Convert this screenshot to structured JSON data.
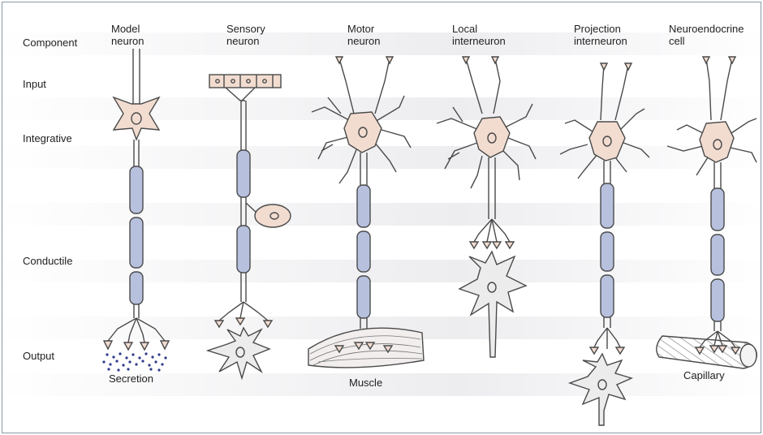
{
  "rows": {
    "component": "Component",
    "input": "Input",
    "integrative": "Integrative",
    "conductile": "Conductile",
    "output": "Output"
  },
  "columns": {
    "model": [
      "Model",
      "neuron"
    ],
    "sensory": [
      "Sensory",
      "neuron"
    ],
    "motor": [
      "Motor",
      "neuron"
    ],
    "local": [
      "Local",
      "interneuron"
    ],
    "projection": [
      "Projection",
      "interneuron"
    ],
    "neuroendocrine": [
      "Neuroendocrine",
      "cell"
    ]
  },
  "targets": {
    "secretion": "Secretion",
    "muscle": "Muscle",
    "capillary": "Capillary"
  },
  "colors": {
    "soma": "#f2dcd0",
    "myelin": "#b7c1de",
    "outline": "#4a4a4a",
    "target_cell": "#ececec",
    "dots": "#2d3a8c"
  }
}
